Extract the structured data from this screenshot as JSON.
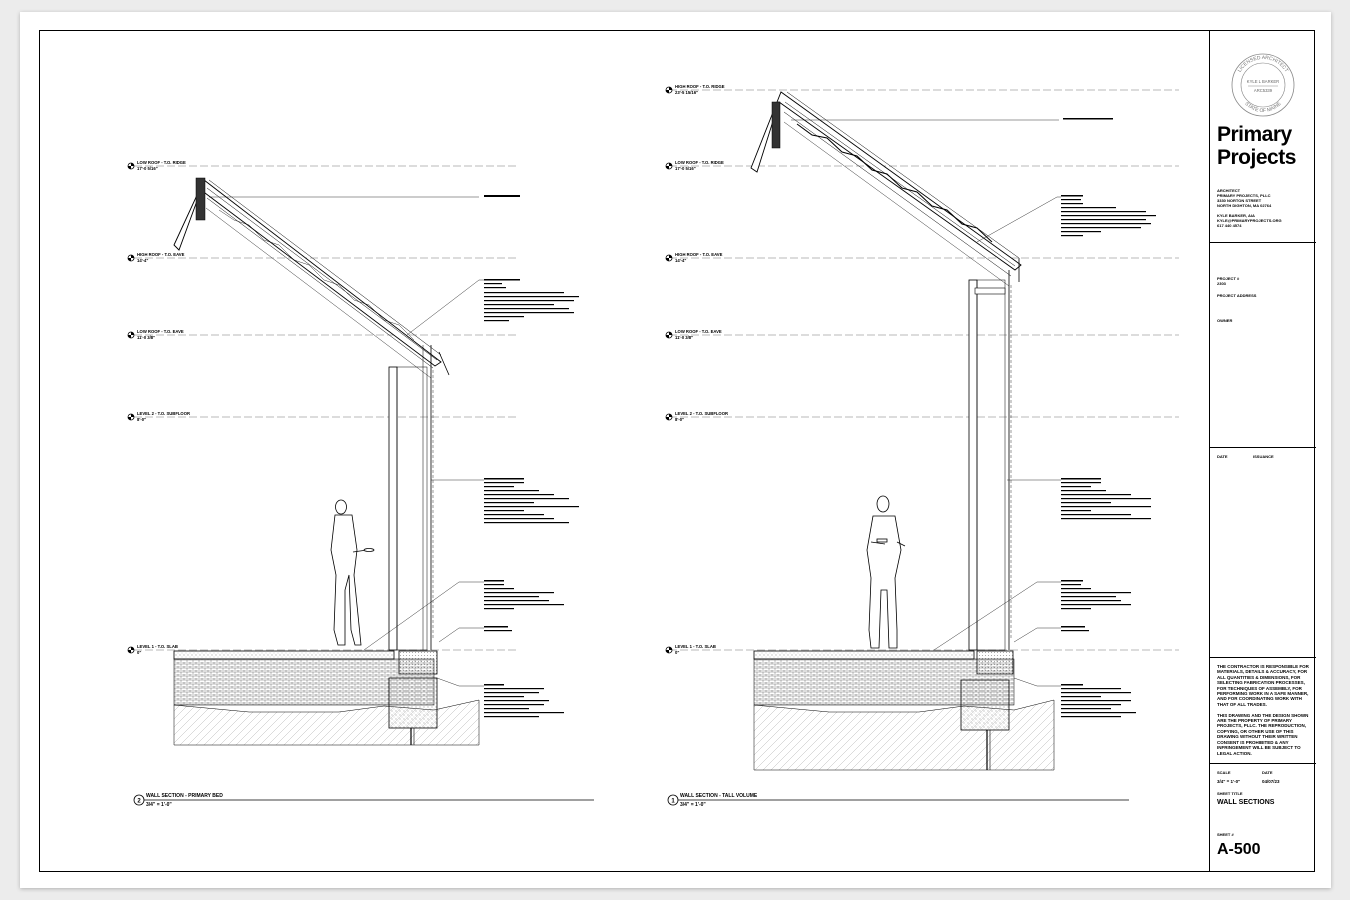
{
  "sections": [
    {
      "number": "2",
      "title": "WALL SECTION - PRIMARY BED",
      "scale": "3/4\" = 1'-0\"",
      "levels": [
        {
          "label": "LOW ROOF - T.O. RIDGE",
          "value": "17'-0 5/16\""
        },
        {
          "label": "HIGH ROOF - T.O. EAVE",
          "value": "14'-4\""
        },
        {
          "label": "LOW ROOF - T.O. EAVE",
          "value": "11'-0 3/8\""
        },
        {
          "label": "LEVEL 2 - T.O. SUBFLOOR",
          "value": "8'-0\""
        },
        {
          "label": "LEVEL 1 - T.O. SLAB",
          "value": "0\""
        }
      ]
    },
    {
      "number": "1",
      "title": "WALL SECTION - TALL VOLUME",
      "scale": "3/4\" = 1'-0\"",
      "levels": [
        {
          "label": "HIGH ROOF - T.O. RIDGE",
          "value": "23'-5 15/16\""
        },
        {
          "label": "LOW ROOF - T.O. RIDGE",
          "value": "17'-0 5/16\""
        },
        {
          "label": "HIGH ROOF - T.O. EAVE",
          "value": "14'-4\""
        },
        {
          "label": "LOW ROOF - T.O. EAVE",
          "value": "11'-0 3/8\""
        },
        {
          "label": "LEVEL 2 - T.O. SUBFLOOR",
          "value": "8'-0\""
        },
        {
          "label": "LEVEL 1 - T.O. SLAB",
          "value": "0\""
        }
      ]
    }
  ],
  "titleblock": {
    "stamp": {
      "top_text": "LICENSED ARCHITECT",
      "name": "KYLE L BARKER",
      "number": "ARC5339",
      "bottom_text": "STATE OF MAINE"
    },
    "firm_name": "Primary\nProjects",
    "architect_block": "ARCHITECT\nPRIMARY PROJECTS, PLLC\n3330 NORTON STREET\nNORTH DIGHTON, MA 02764\n\nKYLE BARKER, AIA\nKYLE@PRIMARYPROJECTS.ORG\n617 440 4574",
    "project_no_label": "PROJECT #",
    "project_no": "2303",
    "project_address_label": "PROJECT ADDRESS",
    "owner_label": "OWNER",
    "date_label": "DATE",
    "issuance_label": "ISSUANCE",
    "disclaimer": "THE CONTRACTOR IS RESPONSIBLE FOR MATERIALS, DETAILS & ACCURACY, FOR ALL QUANTITIES & DIMENSIONS, FOR SELECTING FABRICATION PROCESSES, FOR TECHNIQUES OF ASSEMBLY, FOR PERFORMING WORK IN A SAFE MANNER, AND FOR COORDINATING WORK WITH THAT OF ALL TRADES.\n\nTHIS DRAWING AND THE DESIGN SHOWN ARE THE PROPERTY OF PRIMARY PROJECTS, PLLC. THE REPRODUCTION, COPYING, OR OTHER USE OF THIS DRAWING WITHOUT THEIR WRITTEN CONSENT IS PROHIBITED & ANY INFRINGEMENT WILL BE SUBJECT TO LEGAL ACTION.",
    "scale_label": "SCALE",
    "scale": "3/4\" = 1'-0\"",
    "date_field_label": "DATE",
    "date": "04/07/23",
    "sheet_title_label": "SHEET TITLE",
    "sheet_title": "WALL SECTIONS",
    "sheet_no_label": "SHEET #",
    "sheet_no": "A-500"
  }
}
